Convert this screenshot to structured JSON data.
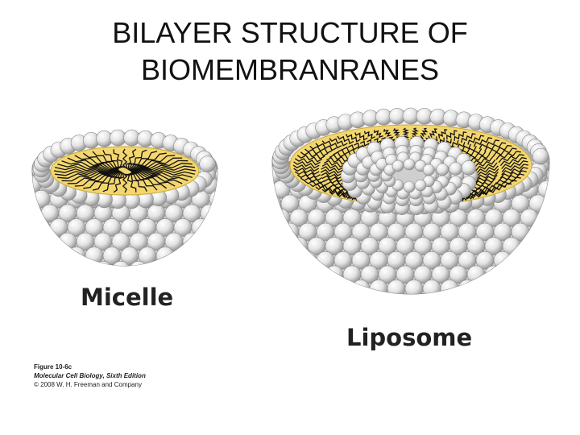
{
  "title": {
    "line1": "BILAYER STRUCTURE OF",
    "line2": "BIOMEMBRANRANES"
  },
  "labels": {
    "micelle": "Micelle",
    "liposome": "Liposome"
  },
  "credit": {
    "figure": "Figure 10-6c",
    "book": "Molecular Cell Biology, Sixth Edition",
    "copyright": "© 2008 W. H. Freeman and Company"
  },
  "colors": {
    "lipid_core": "#f3d66e",
    "head_group": "#e6e6e6",
    "tail": "#111111"
  }
}
